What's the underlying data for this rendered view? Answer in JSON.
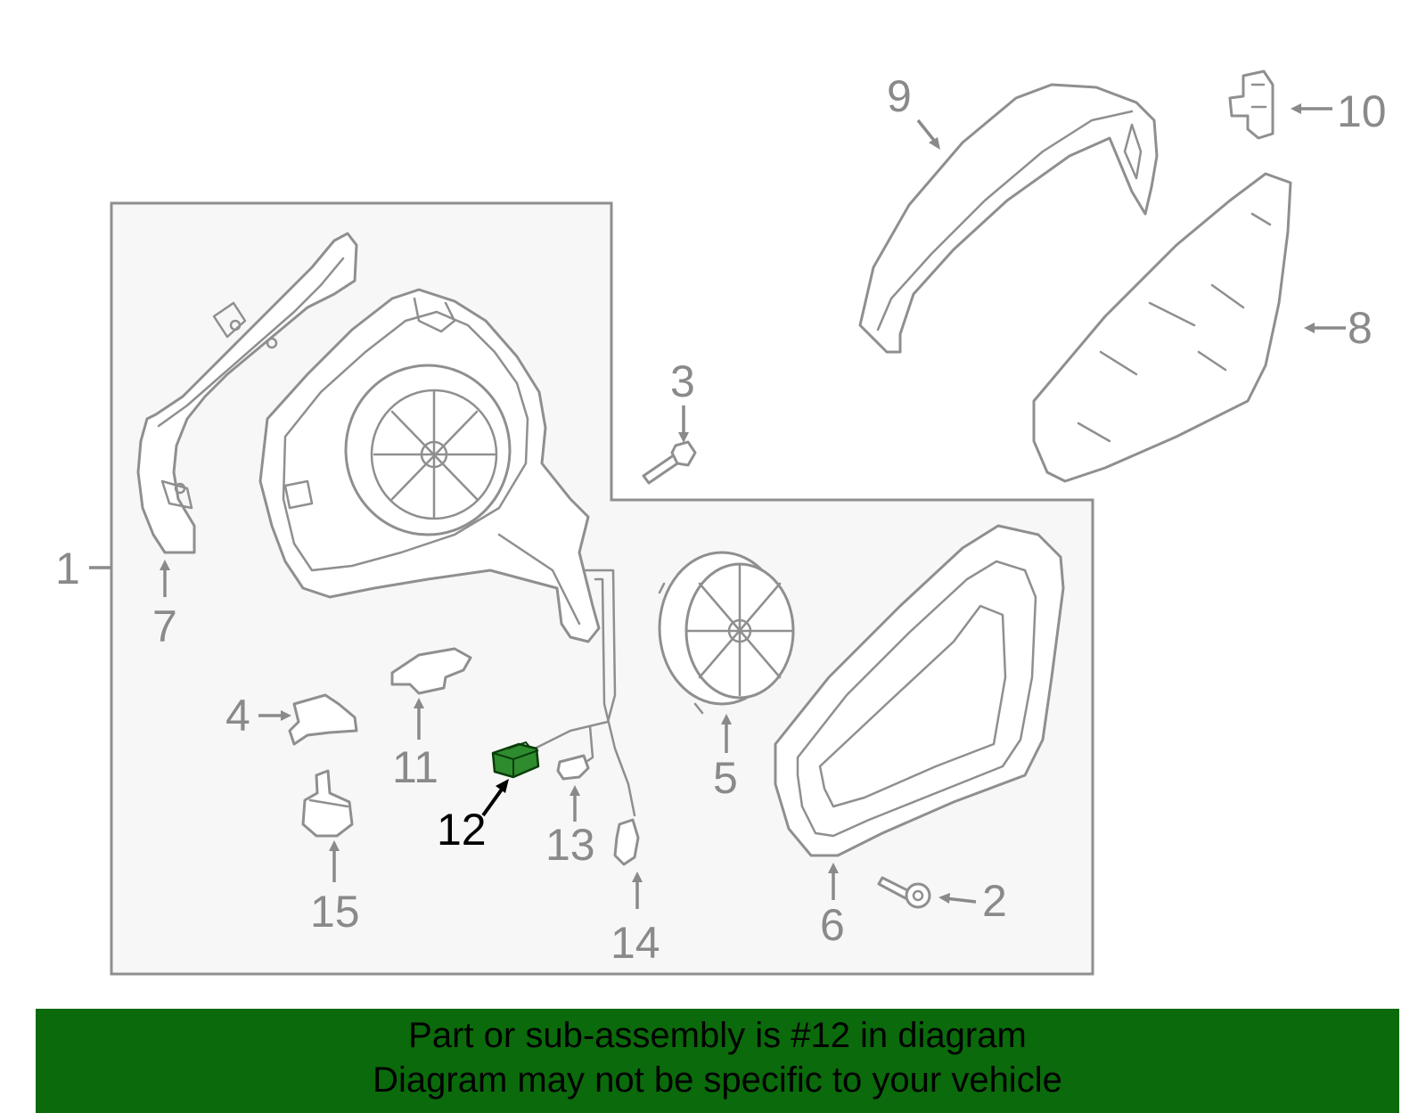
{
  "callouts": {
    "c1": "1",
    "c2": "2",
    "c3": "3",
    "c4": "4",
    "c5": "5",
    "c6": "6",
    "c7": "7",
    "c8": "8",
    "c9": "9",
    "c10": "10",
    "c11": "11",
    "c12": "12",
    "c13": "13",
    "c14": "14",
    "c15": "15"
  },
  "highlighted_part": "12",
  "colors": {
    "highlight": "#2e8b2e",
    "banner": "#0b6a0b",
    "line_art": "#8f8f8f",
    "assembly_box": "#f7f7f7"
  },
  "banner": {
    "line1": "Part or sub-assembly is #12 in diagram",
    "line2": "Diagram may not be specific to your vehicle"
  }
}
